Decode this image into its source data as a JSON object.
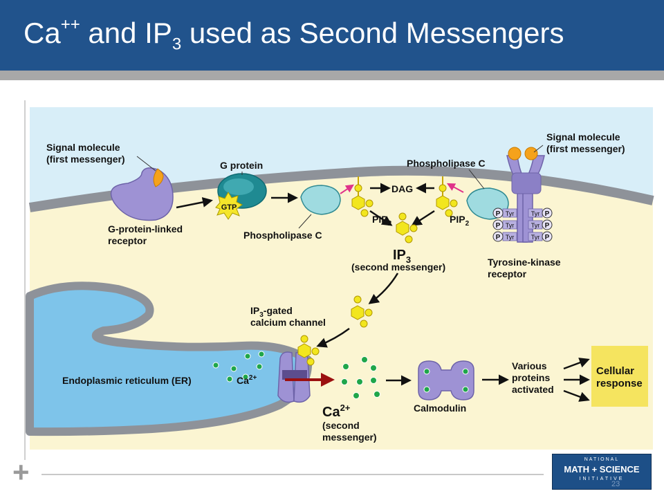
{
  "slide": {
    "title_main": "Ca",
    "title_sup": "++",
    "title_mid": " and IP",
    "title_sub": "3",
    "title_end": " used as Second Messengers"
  },
  "diagram": {
    "signal_left_l1": "Signal molecule",
    "signal_left_l2": "(first messenger)",
    "g_protein": "G protein",
    "gtp": "GTP",
    "receptor_l1": "G-protein-linked",
    "receptor_l2": "receptor",
    "phospholipase_left": "Phospholipase C",
    "dag": "DAG",
    "pip2_left": "PIP",
    "pip2_left_sub": "2",
    "pip2_right": "PIP",
    "pip2_right_sub": "2",
    "phospholipase_right": "Phospholipase C",
    "signal_right_l1": "Signal molecule",
    "signal_right_l2": "(first messenger)",
    "ip3": "IP",
    "ip3_sub": "3",
    "second_messenger_ip3": "(second messenger)",
    "tyr": "Tyr",
    "phospho": "P",
    "tk_receptor_l1": "Tyrosine-kinase",
    "tk_receptor_l2": "receptor",
    "ip3_gated_l1_a": "IP",
    "ip3_gated_l1_sub": "3",
    "ip3_gated_l1_b": "-gated",
    "ip3_gated_l2": "calcium channel",
    "er_label": "Endoplasmic reticulum (ER)",
    "ca_er": "Ca",
    "ca_er_sup": "2+",
    "ca_main": "Ca",
    "ca_main_sup": "2+",
    "ca_second_l1": "(second",
    "ca_second_l2": "messenger)",
    "calmodulin": "Calmodulin",
    "various_l1": "Various",
    "various_l2": "proteins",
    "various_l3": "activated",
    "cellular_l1": "Cellular",
    "cellular_l2": "response"
  },
  "footer": {
    "logo_l1": "NATIONAL",
    "logo_l2": "MATH + SCIENCE",
    "logo_l3": "INITIATIVE",
    "page": "23"
  },
  "colors": {
    "header": "#1d4f87",
    "cytoplasm": "#fbf5d2",
    "extracellular": "#d8eef8",
    "membrane": "#8e9299",
    "er_lumen": "#7ec4ea",
    "receptor": "#9e92d4",
    "ip3": "#f2e61e",
    "calcium": "#1fa64a",
    "cellular_response": "#f5e45f"
  }
}
